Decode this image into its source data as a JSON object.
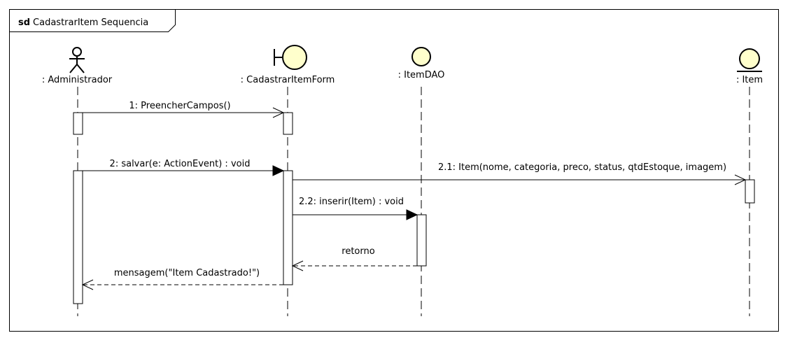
{
  "frame": {
    "keyword": "sd",
    "name": "CadastrarItem Sequencia"
  },
  "lifelines": {
    "admin": {
      "label": ": Administrador",
      "kind": "actor"
    },
    "form": {
      "label": ": CadastrarItemForm",
      "kind": "boundary"
    },
    "dao": {
      "label": ": ItemDAO",
      "kind": "control"
    },
    "item": {
      "label": ": Item",
      "kind": "entity"
    }
  },
  "messages": {
    "m1": {
      "label": "1: PreencherCampos()",
      "from": "admin",
      "to": "form",
      "style": "async"
    },
    "m2": {
      "label": "2: salvar(e: ActionEvent) : void",
      "from": "admin",
      "to": "form",
      "style": "sync"
    },
    "m21": {
      "label": "2.1: Item(nome, categoria, preco, status, qtdEstoque, imagem)",
      "from": "form",
      "to": "item",
      "style": "async"
    },
    "m22": {
      "label": "2.2: inserir(Item) : void",
      "from": "form",
      "to": "dao",
      "style": "sync"
    },
    "r1": {
      "label": "retorno",
      "from": "dao",
      "to": "form",
      "style": "return"
    },
    "r2": {
      "label": "mensagem(\"Item Cadastrado!\")",
      "from": "form",
      "to": "admin",
      "style": "return"
    }
  },
  "colors": {
    "line": "#000000",
    "head_fill": "#ffffcc",
    "background": "#ffffff"
  }
}
